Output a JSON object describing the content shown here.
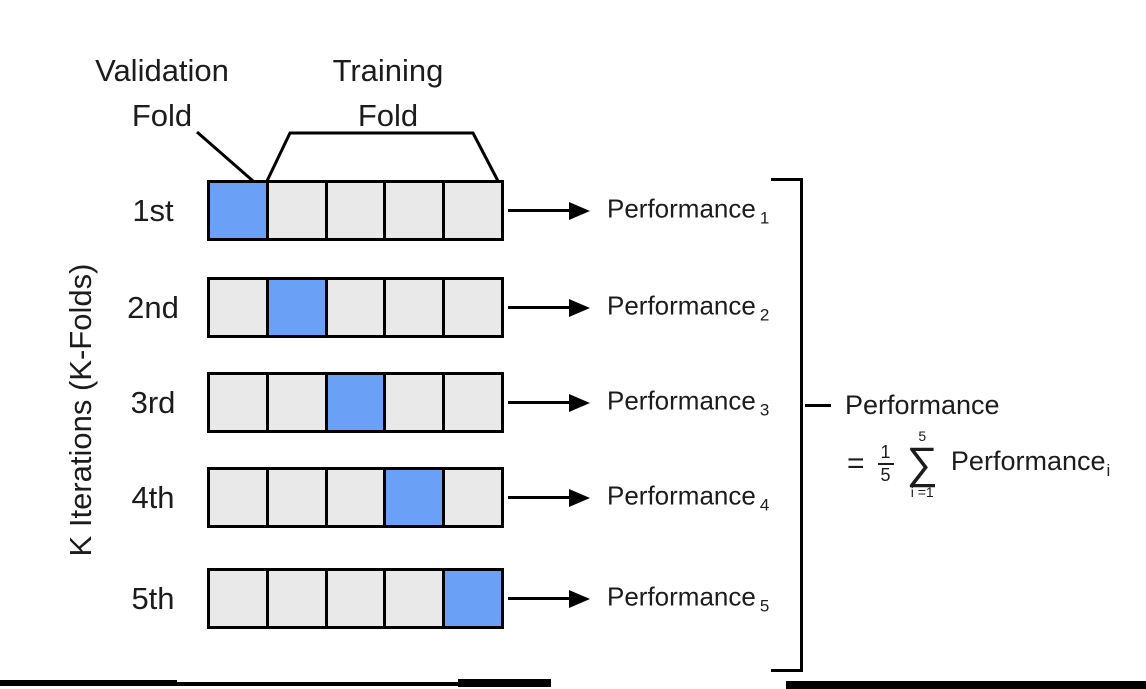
{
  "diagram": {
    "validation_label": [
      "Validation",
      "Fold"
    ],
    "training_label": [
      "Training",
      "Fold"
    ],
    "y_axis_label": "K Iterations (K-Folds)",
    "folds_per_row": 5
  },
  "iterations": [
    {
      "label": "1st",
      "validation_index": 0,
      "performance_text": "Performance",
      "performance_subscript": "1"
    },
    {
      "label": "2nd",
      "validation_index": 1,
      "performance_text": "Performance",
      "performance_subscript": "2"
    },
    {
      "label": "3rd",
      "validation_index": 2,
      "performance_text": "Performance",
      "performance_subscript": "3"
    },
    {
      "label": "4th",
      "validation_index": 3,
      "performance_text": "Performance",
      "performance_subscript": "4"
    },
    {
      "label": "5th",
      "validation_index": 4,
      "performance_text": "Performance",
      "performance_subscript": "5"
    }
  ],
  "summary": {
    "title": "Performance",
    "equals_sign": "=",
    "fraction_numerator": "1",
    "fraction_denominator": "5",
    "sum_symbol": "∑",
    "sum_upper_limit": "5",
    "sum_lower_limit": "i =1",
    "term_text": "Performance",
    "term_subscript": "i"
  },
  "colors": {
    "validation_fold": "#6AA1F7",
    "training_fold": "#E9E9E9",
    "line": "#000000"
  }
}
